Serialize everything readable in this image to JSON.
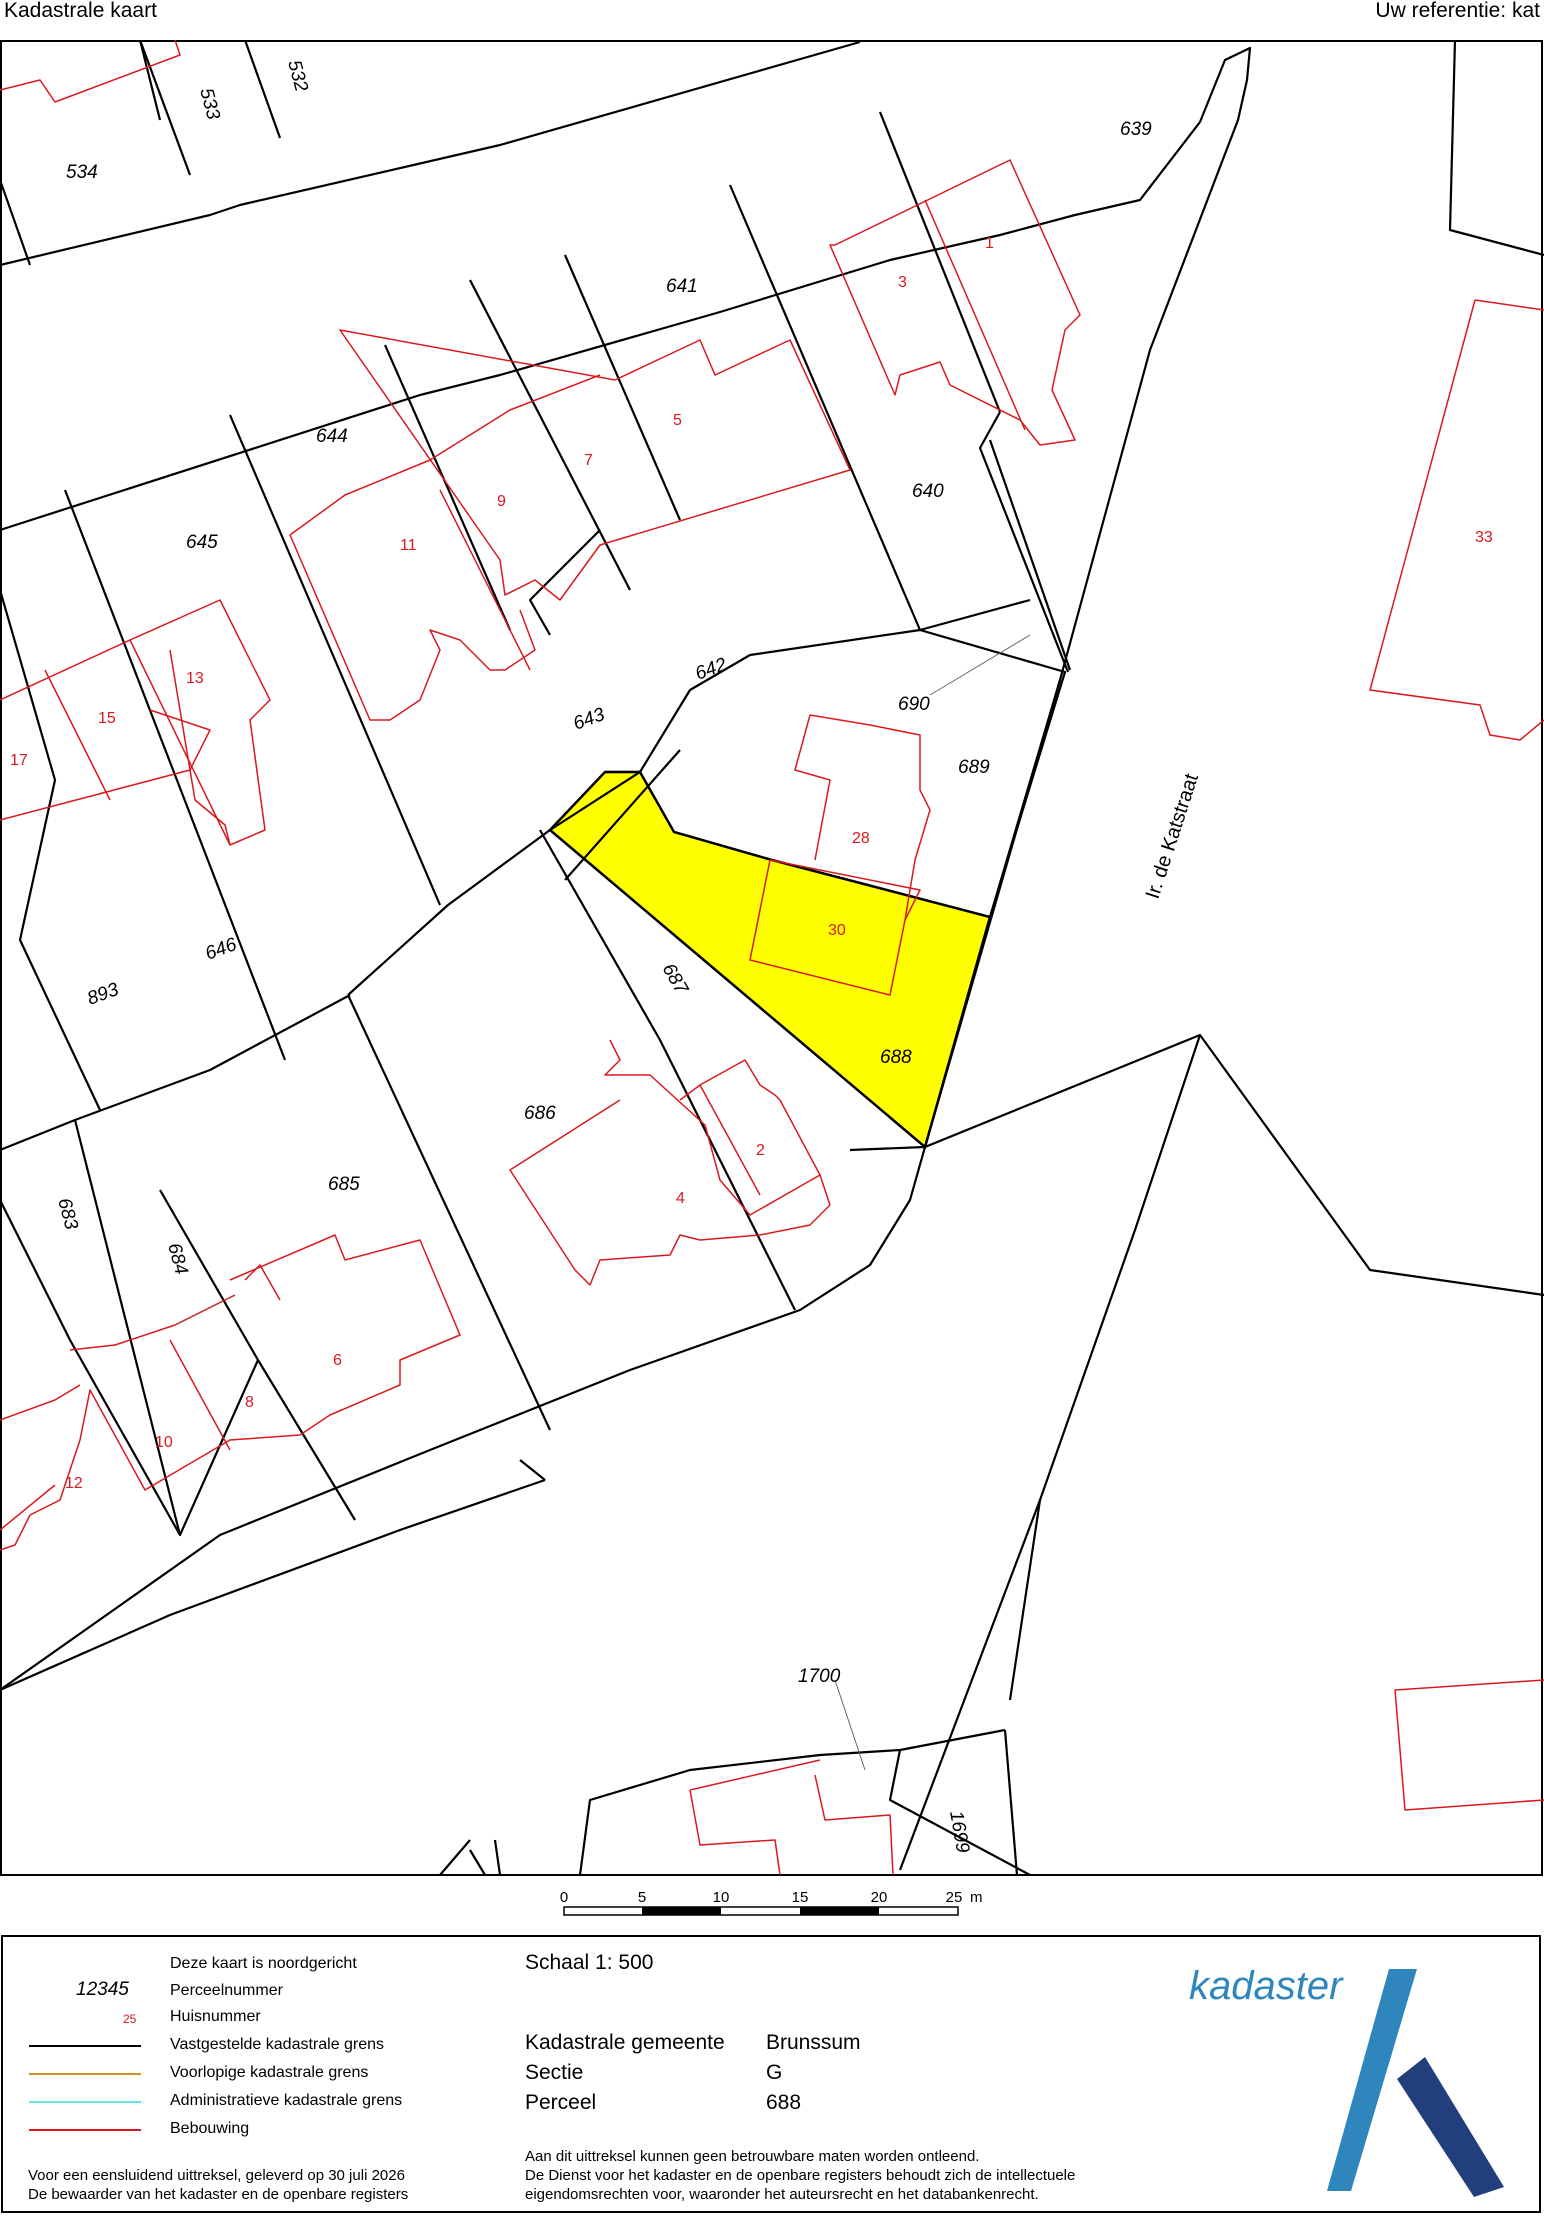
{
  "header": {
    "title": "Kadastrale kaart",
    "reference": "Uw referentie: kat"
  },
  "map": {
    "street_name": "Ir. de Katstraat",
    "selected_fill": "#ffff00",
    "parcel_numbers": [
      "532",
      "533",
      "534",
      "639",
      "641",
      "1",
      "3",
      "640",
      "644",
      "5",
      "7",
      "9",
      "11",
      "645",
      "642",
      "13",
      "15",
      "17",
      "643",
      "690",
      "689",
      "28",
      "30",
      "893",
      "646",
      "687",
      "688",
      "686",
      "2",
      "685",
      "683",
      "684",
      "4",
      "6",
      "8",
      "10",
      "12",
      "1700",
      "1699",
      "33"
    ]
  },
  "scale": {
    "ticks": [
      "0",
      "5",
      "10",
      "15",
      "20",
      "25"
    ],
    "unit": "m"
  },
  "legend": {
    "north": "Deze kaart is noordgericht",
    "parcel_sample": "12345",
    "parcel_label": "Perceelnummer",
    "house_sample": "25",
    "house_label": "Huisnummer",
    "fixed_label": "Vastgestelde kadastrale grens",
    "provisional_label": "Voorlopige kadastrale grens",
    "admin_label": "Administratieve kadastrale grens",
    "building_label": "Bebouwing",
    "colors": {
      "fixed": "#000000",
      "provisional": "#c8961e",
      "admin": "#5ee6e6",
      "building": "#d9191e"
    }
  },
  "info": {
    "scale_text": "Schaal 1: 500",
    "gemeente_label": "Kadastrale gemeente",
    "gemeente_value": "Brunssum",
    "sectie_label": "Sectie",
    "sectie_value": "G",
    "perceel_label": "Perceel",
    "perceel_value": "688"
  },
  "footer": {
    "left_1": "Voor een eensluidend uittreksel, geleverd op 30 juli 2026",
    "left_2": "De bewaarder van het kadaster en de openbare registers",
    "right_1": "Aan dit uittreksel kunnen geen betrouwbare maten worden ontleend.",
    "right_2": "De Dienst voor het kadaster en de openbare registers behoudt zich de intellectuele",
    "right_3": "eigendomsrechten voor, waaronder het auteursrecht en het databankenrecht."
  },
  "logo": {
    "text": "kadaster",
    "color_light": "#2f86bd",
    "color_dark": "#233e7c"
  }
}
